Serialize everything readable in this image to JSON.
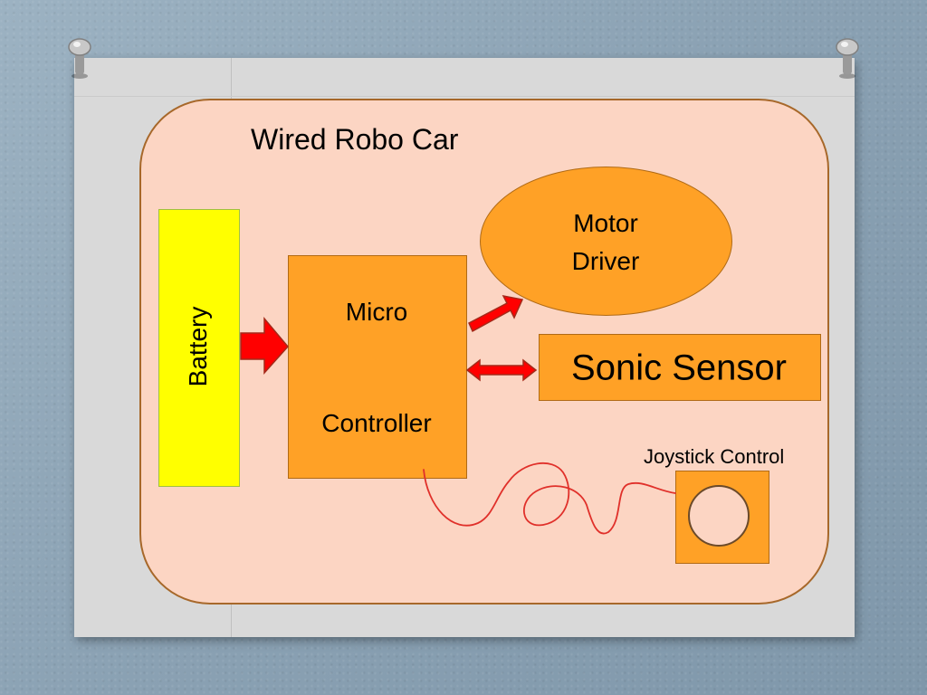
{
  "diagram": {
    "title": "Wired Robo Car",
    "battery_label": "Battery",
    "micro_label_line1": "Micro",
    "micro_label_line2": "Controller",
    "motor_label_line1": "Motor",
    "motor_label_line2": "Driver",
    "sonic_label": "Sonic Sensor",
    "joystick_label": "Joystick Control"
  },
  "colors": {
    "background": "#8fa6b8",
    "paper": "#d9d9d9",
    "car_body": "#fcd5c3",
    "car_border": "#a7682a",
    "battery": "#ffff00",
    "component": "#ffa126",
    "arrow": "#ff0000",
    "wire": "#e0302a"
  },
  "icons": [
    "pushpin-icon",
    "joystick-knob-icon"
  ]
}
